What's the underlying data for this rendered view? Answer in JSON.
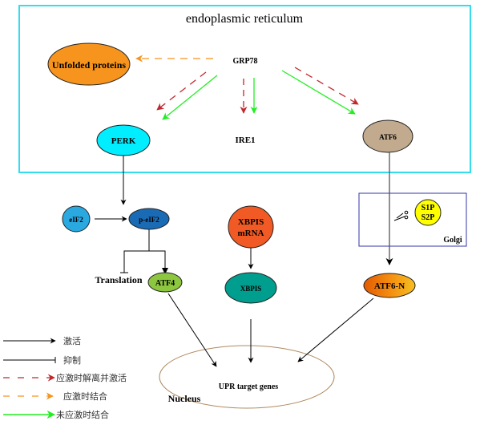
{
  "diagram": {
    "compartments": {
      "er": "endoplasmic reticulum",
      "golgi": "Golgi",
      "nucleus": "Nucleus"
    },
    "nodes": {
      "unfolded": "Unfolded proteins",
      "grp78": "GRP78",
      "perk": "PERK",
      "ire1": "IRE1",
      "atf6": "ATF6",
      "eif2": "eIF2",
      "peif2": "p-eIF2",
      "translation": "Translation",
      "atf4": "ATF4",
      "xbp1s_mrna_1": "XBPIS",
      "xbp1s_mrna_2": "mRNA",
      "xbp1s": "XBPIS",
      "s1p": "S1P",
      "s2p": "S2P",
      "atf6n": "ATF6-N",
      "upr": "UPR target genes"
    },
    "colors": {
      "er_border": "#33ddee",
      "golgi_border": "#3333aa",
      "nucleus_border": "#b08a60",
      "unfolded": "#f7941d",
      "perk": "#00eeff",
      "atf6": "#c2aa8e",
      "eif2": "#2aa8e0",
      "peif2": "#1a6bb5",
      "atf4": "#8dc63f",
      "xbp1s_mrna": "#f15a24",
      "xbp1s": "#009e8e",
      "s1p_s2p": "#ffff00",
      "atf6n": "#f07e10",
      "activation_dissociate": "#c1272d",
      "binding_stress": "#f7941d",
      "binding_nostress": "#22ee22"
    },
    "legend": [
      {
        "type": "activation",
        "label": "激活"
      },
      {
        "type": "inhibition",
        "label": "抑制"
      },
      {
        "type": "dissociate-activate",
        "label": "应激时解离并激活"
      },
      {
        "type": "bind-stress",
        "label": "应激时结合"
      },
      {
        "type": "bind-nostress",
        "label": "未应激时结合"
      }
    ]
  }
}
